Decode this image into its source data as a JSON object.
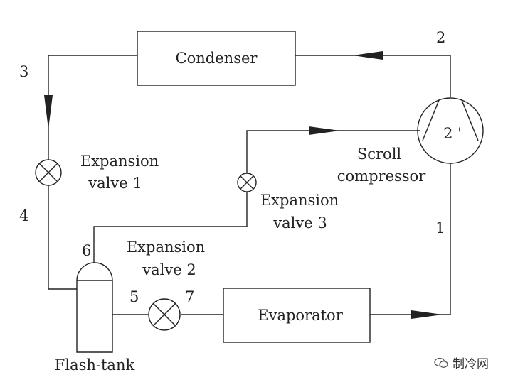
{
  "components": {
    "condenser": "Condenser",
    "evaporator": "Evaporator",
    "compressor": [
      "Scroll",
      "compressor"
    ],
    "flash_tank": "Flash-tank",
    "expansion_valve_1": [
      "Expansion",
      "valve 1"
    ],
    "expansion_valve_2": [
      "Expansion",
      "valve 2"
    ],
    "expansion_valve_3": [
      "Expansion",
      "valve 3"
    ],
    "compressor_port": "2 '"
  },
  "state_points": [
    "1",
    "2",
    "3",
    "4",
    "5",
    "6",
    "7"
  ],
  "watermark": "制冷网",
  "colors": {
    "line": "#222222",
    "background": "#ffffff"
  }
}
